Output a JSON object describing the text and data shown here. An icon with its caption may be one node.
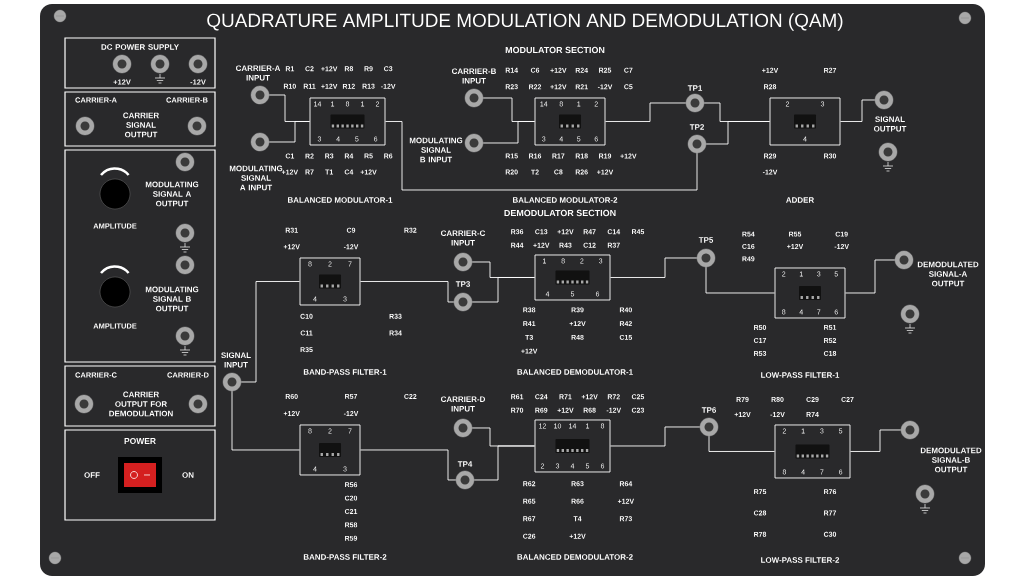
{
  "diagram": {
    "title": "QUADRATURE AMPLITUDE MODULATION AND DEMODULATION (QAM)",
    "nodes": [
      {
        "text": [
          "DC POWER SUPPLY",
          "+12V",
          "-12V"
        ]
      },
      {
        "text": [
          "CARRIER-A",
          "CARRIER-B",
          "CARRIER SIGNAL OUTPUT"
        ]
      },
      {
        "text": [
          "MODULATING SIGNAL A OUTPUT",
          "AMPLITUDE",
          "MODULATING SIGNAL B OUTPUT",
          "AMPLITUDE"
        ]
      },
      {
        "text": [
          "CARRIER-C",
          "CARRIER-D",
          "CARRIER OUTPUT FOR DEMODULATION"
        ]
      },
      {
        "text": [
          "POWER",
          "OFF",
          "ON"
        ]
      },
      {
        "text": [],
        "shape": "circle",
        "beside": [
          "CARRIER-A INPUT"
        ]
      },
      {
        "text": [],
        "shape": "circle",
        "beside": [
          "MODULATING SIGNAL A INPUT"
        ]
      },
      {
        "text": [
          "14",
          "1",
          "8",
          "1",
          "2",
          "3",
          "4",
          "5",
          "6"
        ]
      },
      {
        "text": [],
        "shape": "circle",
        "beside": [
          "CARRIER-B INPUT"
        ]
      },
      {
        "text": [],
        "shape": "circle",
        "beside": [
          "MODULATING SIGNAL B INPUT"
        ]
      },
      {
        "text": [
          "14",
          "8",
          "1",
          "2",
          "3",
          "4",
          "5",
          "6"
        ]
      },
      {
        "text": [],
        "shape": "circle",
        "beside": [
          "TP1"
        ]
      },
      {
        "text": [],
        "shape": "circle",
        "beside": [
          "TP2"
        ]
      },
      {
        "text": [
          "2",
          "3",
          "4"
        ]
      },
      {
        "text": [],
        "shape": "circle",
        "beside": [
          "SIGNAL OUTPUT"
        ]
      },
      {
        "text": [],
        "shape": "circle",
        "beside": [
          "SIGNAL INPUT"
        ]
      },
      {
        "text": [
          "8",
          "2",
          "7",
          "4",
          "3"
        ]
      },
      {
        "text": [
          "8",
          "2",
          "7",
          "4",
          "3"
        ]
      },
      {
        "text": [],
        "shape": "circle",
        "beside": [
          "CARRIER-C INPUT"
        ]
      },
      {
        "text": [],
        "shape": "circle",
        "beside": [
          "TP3"
        ]
      },
      {
        "text": [
          "1",
          "8",
          "2",
          "3",
          "4",
          "5",
          "6"
        ]
      },
      {
        "text": [],
        "shape": "circle",
        "beside": [
          "TP5"
        ]
      },
      {
        "text": [
          "2",
          "1",
          "3",
          "5",
          "8",
          "4",
          "7",
          "6"
        ]
      },
      {
        "text": [],
        "shape": "circle",
        "beside": [
          "DEMODULATED SIGNAL-A OUTPUT"
        ]
      },
      {
        "text": [],
        "shape": "circle",
        "beside": [
          "CARRIER-D INPUT"
        ]
      },
      {
        "text": [],
        "shape": "circle",
        "beside": [
          "TP4"
        ]
      },
      {
        "text": [
          "12",
          "10",
          "14",
          "1",
          "8",
          "2",
          "3",
          "4",
          "5",
          "6"
        ]
      },
      {
        "text": [],
        "shape": "circle",
        "beside": [
          "TP6"
        ]
      },
      {
        "text": [
          "2",
          "1",
          "3",
          "5",
          "8",
          "4",
          "7",
          "6"
        ]
      },
      {
        "text": [],
        "shape": "circle",
        "beside": [
          "DEMODULATED SIGNAL-B OUTPUT"
        ]
      },
      {
        "text": [],
        "shape": "circle"
      },
      {
        "text": [],
        "shape": "circle"
      },
      {
        "text": [],
        "shape": "circle"
      }
    ],
    "edges": [
      {
        "from": 5,
        "to": 7,
        "arrow": "none"
      },
      {
        "from": 6,
        "to": 7,
        "arrow": "none"
      },
      {
        "from": 8,
        "to": 10,
        "arrow": "none"
      },
      {
        "from": 9,
        "to": 10,
        "arrow": "none"
      },
      {
        "from": 10,
        "to": 11,
        "arrow": "none"
      },
      {
        "from": 7,
        "to": 12,
        "arrow": "none"
      },
      {
        "from": 11,
        "to": 13,
        "arrow": "none"
      },
      {
        "from": 12,
        "to": 13,
        "arrow": "none"
      },
      {
        "from": 13,
        "to": 14,
        "arrow": "none"
      },
      {
        "from": 15,
        "to": 16,
        "arrow": "none"
      },
      {
        "from": 15,
        "to": 17,
        "arrow": "none"
      },
      {
        "from": 16,
        "to": 19,
        "arrow": "none"
      },
      {
        "from": 17,
        "to": 25,
        "arrow": "none"
      },
      {
        "from": 18,
        "to": 20,
        "arrow": "none"
      },
      {
        "from": 19,
        "to": 20,
        "arrow": "none"
      },
      {
        "from": 20,
        "to": 21,
        "arrow": "none"
      },
      {
        "from": 21,
        "to": 22,
        "arrow": "none"
      },
      {
        "from": 22,
        "to": 23,
        "arrow": "none"
      },
      {
        "from": 24,
        "to": 26,
        "arrow": "none"
      },
      {
        "from": 25,
        "to": 26,
        "arrow": "none"
      },
      {
        "from": 26,
        "to": 27,
        "arrow": "none"
      },
      {
        "from": 27,
        "to": 28,
        "arrow": "none"
      },
      {
        "from": 28,
        "to": 29,
        "arrow": "none"
      }
    ],
    "labels": [
      "MODULATOR SECTION",
      "R1",
      "C2",
      "+12V",
      "R8",
      "R9",
      "C3",
      "R10",
      "R11",
      "+12V",
      "R12",
      "R13",
      "-12V",
      "C1",
      "R2",
      "R3",
      "R4",
      "R5",
      "R6",
      "+12V",
      "R7",
      "T1",
      "C4",
      "+12V",
      "BALANCED MODULATOR-1",
      "R14",
      "C6",
      "+12V",
      "R24",
      "R25",
      "C7",
      "R23",
      "R22",
      "+12V",
      "R21",
      "-12V",
      "C5",
      "R15",
      "R16",
      "R17",
      "R18",
      "R19",
      "+12V",
      "R20",
      "T2",
      "C8",
      "R26",
      "+12V",
      "BALANCED MODULATOR-2",
      "+12V",
      "R27",
      "R28",
      "R29",
      "R30",
      "-12V",
      "ADDER",
      "DEMODULATOR SECTION",
      "R31",
      "C9",
      "R32",
      "+12V",
      "-12V",
      "C10",
      "R33",
      "C11",
      "R34",
      "R35",
      "BAND-PASS FILTER-1",
      "R36",
      "C13",
      "+12V",
      "R47",
      "C14",
      "R45",
      "R44",
      "+12V",
      "R43",
      "C12",
      "R37",
      "R38",
      "R39",
      "R40",
      "R41",
      "+12V",
      "R42",
      "T3",
      "R48",
      "C15",
      "+12V",
      "BALANCED DEMODULATOR-1",
      "R54",
      "R55",
      "C19",
      "C16",
      "+12V",
      "-12V",
      "R49",
      "R50",
      "R51",
      "C17",
      "R52",
      "R53",
      "C18",
      "LOW-PASS FILTER-1",
      "R60",
      "R57",
      "C22",
      "+12V",
      "-12V",
      "R56",
      "C20",
      "C21",
      "R58",
      "R59",
      "BAND-PASS FILTER-2",
      "R61",
      "C24",
      "R71",
      "+12V",
      "R72",
      "C25",
      "R70",
      "R69",
      "+12V",
      "R68",
      "-12V",
      "C23",
      "R62",
      "R63",
      "R64",
      "R65",
      "R66",
      "+12V",
      "R67",
      "T4",
      "R73",
      "C26",
      "+12V",
      "BALANCED DEMODULATOR-2",
      "R79",
      "R80",
      "C29",
      "C27",
      "+12V",
      "-12V",
      "R74",
      "R75",
      "R76",
      "C28",
      "R77",
      "R78",
      "C30",
      "LOW-PASS FILTER-2"
    ]
  }
}
